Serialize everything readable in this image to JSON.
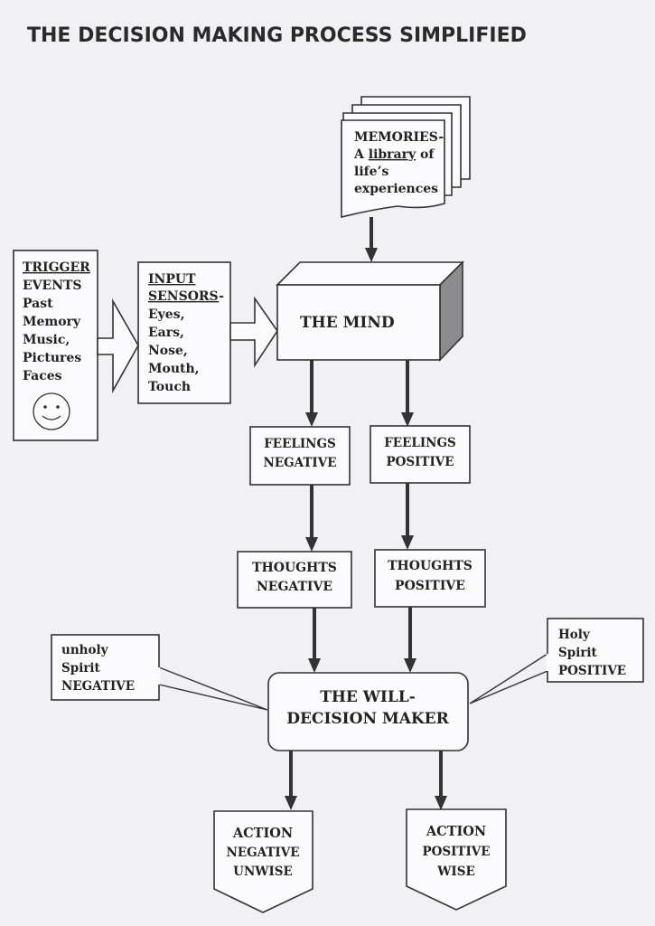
{
  "title": "THE DECISION MAKING PROCESS SIMPLIFIED",
  "memories": {
    "line1": "MEMORIES-",
    "line2_pre": "A ",
    "line2_link": "library",
    "line2_post": " of",
    "line3": "life’s",
    "line4": "experiences"
  },
  "trigger": {
    "heading": "TRIGGER",
    "lines": [
      "EVENTS",
      "Past",
      "Memory",
      "Music,",
      "Pictures",
      "Faces"
    ],
    "icon": "smiley-face-icon"
  },
  "input": {
    "heading": "INPUT",
    "heading2": "SENSORS",
    "heading2_suffix": "-",
    "lines": [
      "Eyes,",
      "Ears,",
      "Nose,",
      "Mouth,",
      "Touch"
    ]
  },
  "mind": {
    "label": "THE MIND"
  },
  "feelings_negative": [
    "FEELINGS",
    "NEGATIVE"
  ],
  "feelings_positive": [
    "FEELINGS",
    "POSITIVE"
  ],
  "thoughts_negative": [
    "THOUGHTS",
    "NEGATIVE"
  ],
  "thoughts_positive": [
    "THOUGHTS",
    "POSITIVE"
  ],
  "unholy": [
    "unholy",
    "Spirit",
    "NEGATIVE"
  ],
  "holy": [
    "Holy",
    "Spirit",
    "POSITIVE"
  ],
  "will": [
    "THE WILL-",
    "DECISION MAKER"
  ],
  "action_negative": [
    "ACTION",
    "NEGATIVE",
    "UNWISE"
  ],
  "action_positive": [
    "ACTION",
    "POSITIVE",
    "WISE"
  ]
}
